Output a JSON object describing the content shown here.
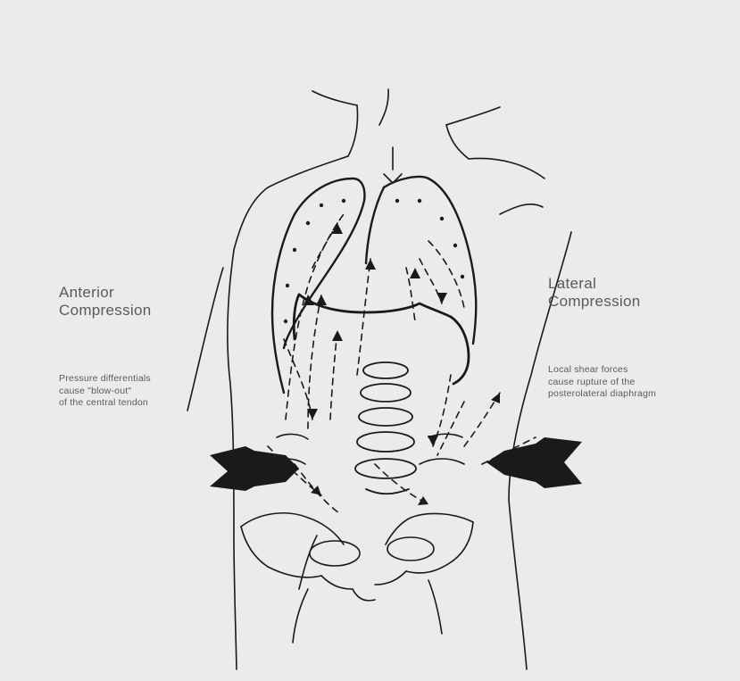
{
  "left_label": {
    "title": [
      "Anterior",
      "Compression"
    ],
    "note": [
      "Pressure differentials",
      "cause \"blow-out\"",
      "of the central tendon"
    ]
  },
  "right_label": {
    "title": [
      "Lateral",
      "Compression"
    ],
    "note": [
      "Local shear forces",
      "cause rupture of the",
      "posterolateral diaphragm"
    ]
  },
  "colors": {
    "background": "#ebebeb",
    "ink": "#1a1a1a",
    "text": "#5a5a5a"
  }
}
